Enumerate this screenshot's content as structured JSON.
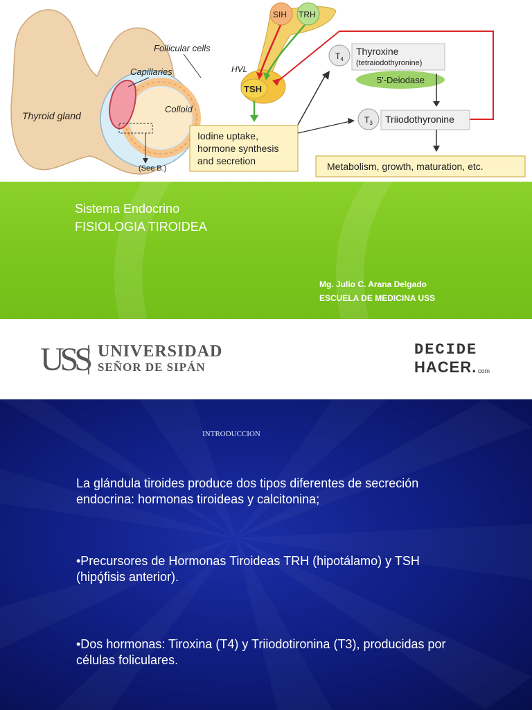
{
  "diagram": {
    "thyroid_gland_label": "Thyroid gland",
    "follicular_cells_label": "Follicular cells",
    "capillaries_label": "Capillaries",
    "colloid_label": "Colloid",
    "see_b_label": "(See B.)",
    "sih_label": "SIH",
    "trh_label": "TRH",
    "hvl_label": "HVL",
    "tsh_label": "TSH",
    "iodine_box_lines": [
      "Iodine uptake,",
      "hormone synthesis",
      "and secretion"
    ],
    "t4_symbol": "T",
    "t4_subscript": "4",
    "thyroxine_label": "Thyroxine",
    "thyroxine_sub_label": "(tetraiodothyronine)",
    "deiodase_label": "5'-Deiodase",
    "t3_symbol": "T",
    "t3_subscript": "3",
    "triiodothyronine_label": "Triiodothyronine",
    "metabolism_box_label": "Metabolism, growth, maturation, etc."
  },
  "title_slide": {
    "line1": "Sistema Endocrino",
    "line2": "FISIOLOGIA TIROIDEA",
    "author": "Mg. Julio C. Arana Delgado",
    "school": "ESCUELA DE MEDICINA USS"
  },
  "logos": {
    "uss_mark": "USS",
    "university_name": "UNIVERSIDAD",
    "university_sub": "SEÑOR DE SIPÁN",
    "decide": "DECIDE",
    "hacer": "HACER.",
    "hacer_com": "com"
  },
  "intro_slide": {
    "heading": "INTRODUCCION",
    "paragraph1": "La glándula tiroides produce dos tipos diferentes de secreción endocrina: hormonas tiroideas y calcitonina;",
    "paragraph2": "•Precursores de Hormonas Tiroideas TRH (hipotálamo) y TSH (hipófisis anterior).",
    "stray_bullet": "•",
    "paragraph3": "•Dos hormonas: Tiroxina (T4) y Triiodotironina (T3), producidas por células foliculares."
  },
  "colors": {
    "green_bg": "#7bc61e",
    "blue_bg": "#101f85",
    "thyroid_fill": "#f0d4ad",
    "box_fill": "#fdf3c4",
    "feedback_red": "#d92525",
    "deiodase_green": "#9ed36a"
  }
}
